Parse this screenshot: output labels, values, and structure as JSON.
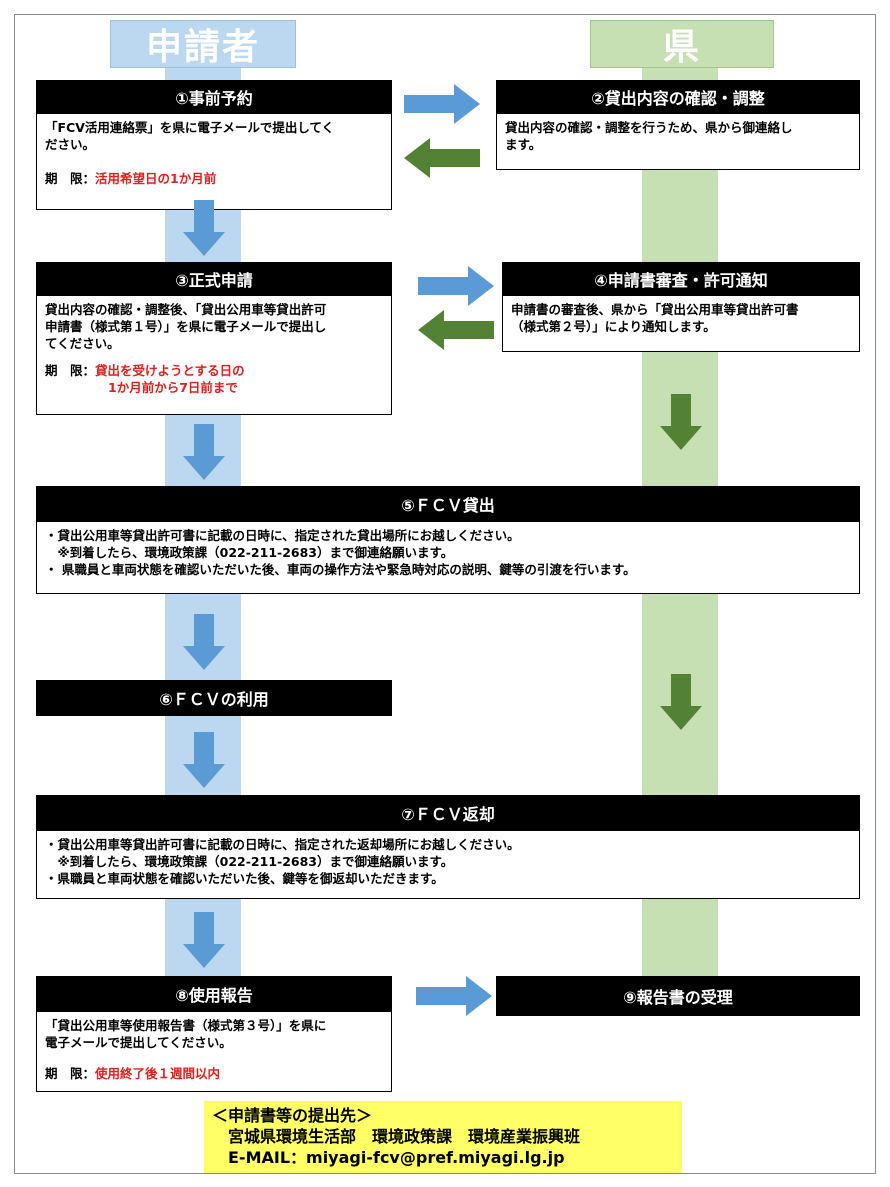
{
  "lanes": {
    "applicant": "申請者",
    "prefecture": "県"
  },
  "colors": {
    "applicant_lane": "#bcd7f0",
    "prefecture_lane": "#c6e0b4",
    "blue_arrow": "#5b9bd5",
    "green_arrow": "#548235",
    "title_bg": "#000000",
    "deadline_red": "#e0201c",
    "contact_bg": "#ffff66"
  },
  "steps": {
    "s1": {
      "title": "①事前予約",
      "lines": [
        "「FCV活用連絡票」を県に電子メールで提出してく",
        "ださい。"
      ],
      "deadline_label": "期　限：",
      "deadline": [
        "活用希望日の1か月前"
      ]
    },
    "s2": {
      "title": "②貸出内容の確認・調整",
      "lines": [
        "貸出内容の確認・調整を行うため、県から御連絡し",
        "ます。"
      ]
    },
    "s3": {
      "title": "③正式申請",
      "lines": [
        "貸出内容の確認・調整後、「貸出公用車等貸出許可",
        "申請書（様式第１号）」を県に電子メールで提出し",
        "てください。"
      ],
      "deadline_label": "期　限：",
      "deadline": [
        "貸出を受けようとする日の",
        "1か月前から7日前まで"
      ]
    },
    "s4": {
      "title": "④申請書審査・許可通知",
      "lines": [
        "申請書の審査後、県から「貸出公用車等貸出許可書",
        "（様式第２号）」により通知します。"
      ]
    },
    "s5": {
      "title": "⑤ＦＣＶ貸出",
      "lines": [
        "・貸出公用車等貸出許可書に記載の日時に、指定された貸出場所にお越しください。",
        "　※到着したら、環境政策課（022-211-2683）まで御連絡願います。",
        "・ 県職員と車両状態を確認いただいた後、車両の操作方法や緊急時対応の説明、鍵等の引渡を行います。"
      ]
    },
    "s6": {
      "title": "⑥ＦＣＶの利用"
    },
    "s7": {
      "title": "⑦ＦＣＶ返却",
      "lines": [
        "・貸出公用車等貸出許可書に記載の日時に、指定された返却場所にお越しください。",
        "　※到着したら、環境政策課（022-211-2683）まで御連絡願います。",
        "・県職員と車両状態を確認いただいた後、鍵等を御返却いただきます。"
      ]
    },
    "s8": {
      "title": "⑧使用報告",
      "lines": [
        "「貸出公用車等使用報告書（様式第３号）」を県に",
        "電子メールで提出してください。"
      ],
      "deadline_label": "期　限：",
      "deadline": [
        "使用終了後１週間以内"
      ]
    },
    "s9": {
      "title": "⑨報告書の受理"
    }
  },
  "contact": {
    "heading": "＜申請書等の提出先＞",
    "department": "　宮城県環境生活部　環境政策課　環境産業振興班",
    "email": "　E-MAIL：miyagi-fcv@pref.miyagi.lg.jp"
  }
}
